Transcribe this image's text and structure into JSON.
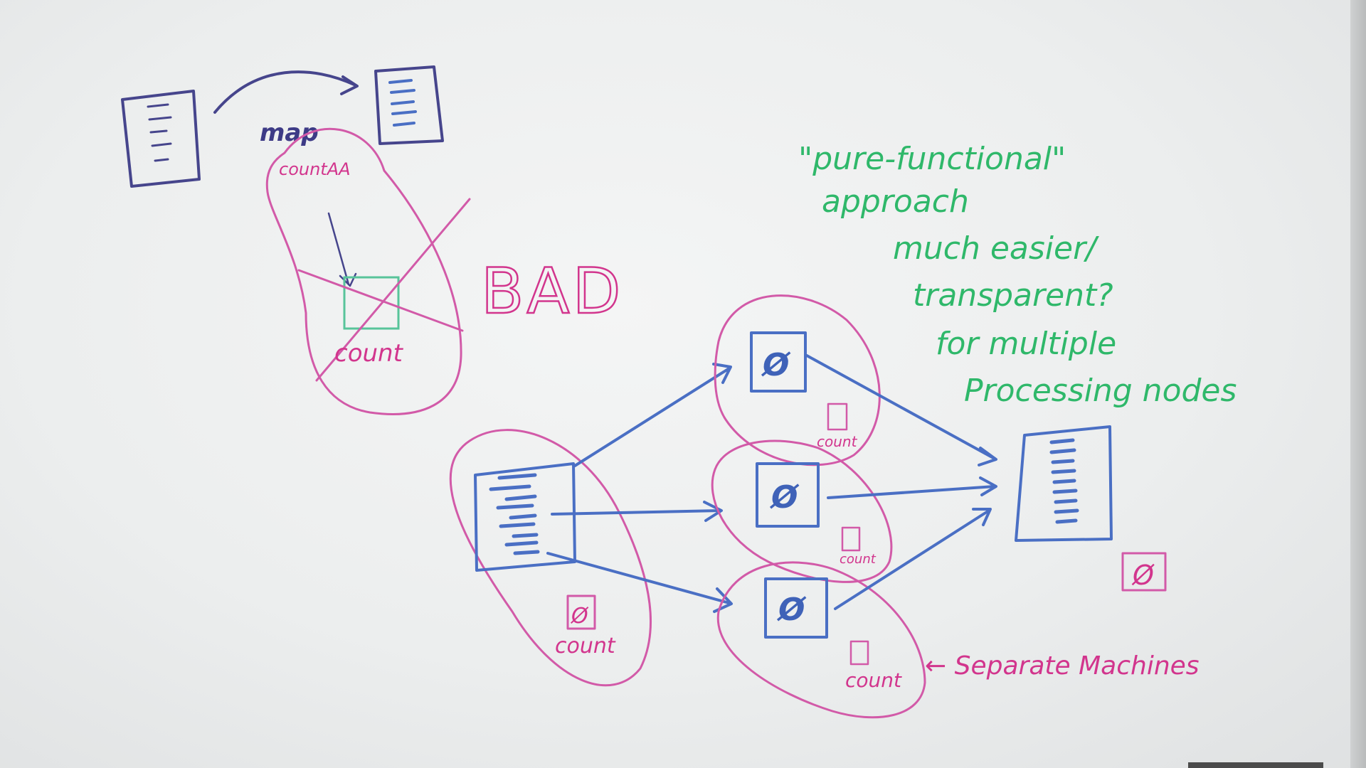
{
  "top_left": {
    "map_label": "map",
    "count_label_struck": "countAA",
    "count_label": "count"
  },
  "bad_label": "BAD",
  "notes": {
    "line1": "\"pure-functional\"",
    "line2": "approach",
    "line3": "much easier/",
    "line4": "transparent?",
    "line5": "for multiple",
    "line6": "Processing nodes"
  },
  "input_node": {
    "zero_label": "Ø",
    "count_label": "count"
  },
  "worker_nodes": [
    {
      "zero_label": "Ø",
      "count_label": "count"
    },
    {
      "zero_label": "Ø",
      "count_label": "count"
    },
    {
      "zero_label": "Ø",
      "count_label": "count"
    }
  ],
  "output_node": {
    "zero_label": "Ø"
  },
  "separate_machines_label": "← Separate Machines"
}
